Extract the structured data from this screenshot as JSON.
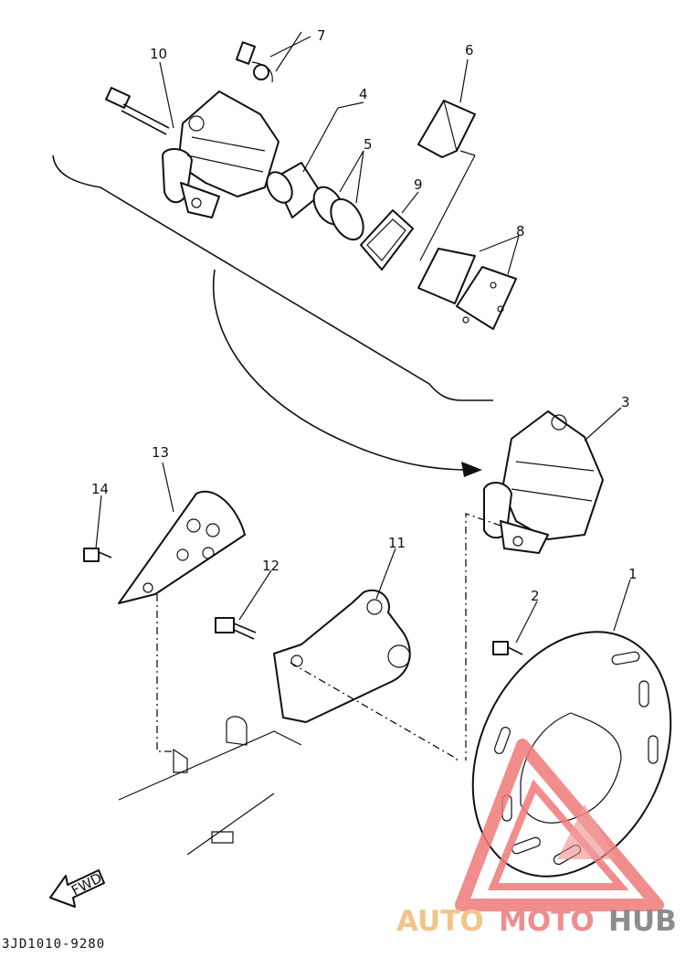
{
  "diagram": {
    "part_labels": [
      "1",
      "2",
      "3",
      "4",
      "5",
      "6",
      "7",
      "8",
      "9",
      "10",
      "11",
      "12",
      "13",
      "14"
    ],
    "direction_label": "FWD",
    "reference_code": "3JD1010-9280"
  },
  "watermark": {
    "part1": "AUTO",
    "part2": "MOTO",
    "part3": "HUB",
    "colors": {
      "auto": "#f3c48a",
      "moto": "#ef8d8d",
      "hub": "#8c8c8c",
      "logo": "#ef7a7a"
    }
  }
}
